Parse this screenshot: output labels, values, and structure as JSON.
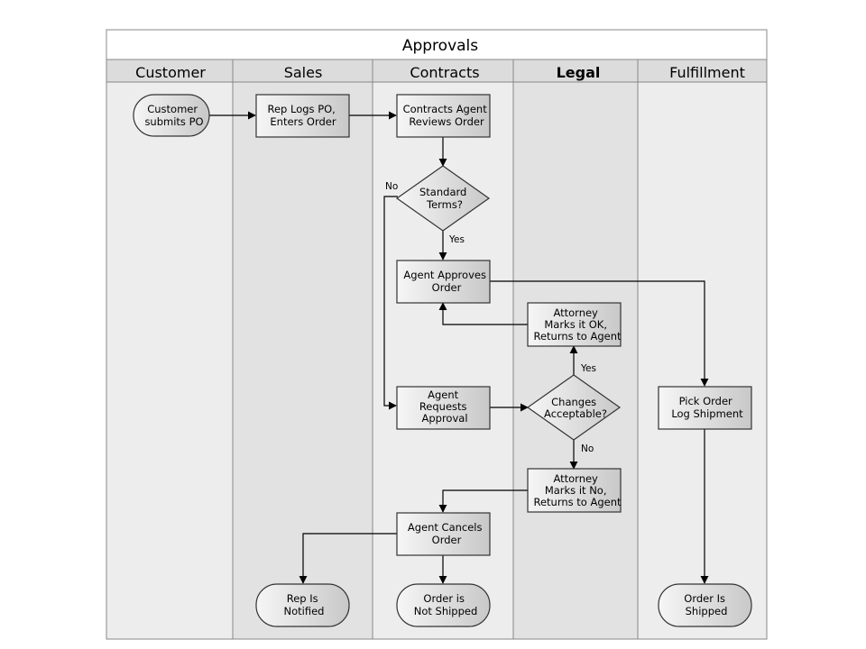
{
  "diagram": {
    "title": "Approvals",
    "lanes": [
      {
        "id": "customer",
        "label": "Customer",
        "bold": false
      },
      {
        "id": "sales",
        "label": "Sales",
        "bold": false
      },
      {
        "id": "contracts",
        "label": "Contracts",
        "bold": false
      },
      {
        "id": "legal",
        "label": "Legal",
        "bold": true
      },
      {
        "id": "fulfillment",
        "label": "Fulfillment",
        "bold": false
      }
    ],
    "nodes": [
      {
        "id": "n1",
        "shape": "terminal",
        "lines": [
          "Customer",
          "submits PO"
        ]
      },
      {
        "id": "n2",
        "shape": "process",
        "lines": [
          "Rep Logs PO,",
          "Enters Order"
        ]
      },
      {
        "id": "n3",
        "shape": "process",
        "lines": [
          "Contracts Agent",
          "Reviews Order"
        ]
      },
      {
        "id": "n4",
        "shape": "decision",
        "lines": [
          "Standard",
          "Terms?"
        ]
      },
      {
        "id": "n5",
        "shape": "process",
        "lines": [
          "Agent Approves",
          "Order"
        ]
      },
      {
        "id": "n6",
        "shape": "process",
        "lines": [
          "Attorney",
          "Marks it OK,",
          "Returns to Agent"
        ]
      },
      {
        "id": "n7",
        "shape": "process",
        "lines": [
          "Agent",
          "Requests",
          "Approval"
        ]
      },
      {
        "id": "n8",
        "shape": "decision",
        "lines": [
          "Changes",
          "Acceptable?"
        ]
      },
      {
        "id": "n9",
        "shape": "process",
        "lines": [
          "Pick Order",
          "Log Shipment"
        ]
      },
      {
        "id": "n10",
        "shape": "process",
        "lines": [
          "Attorney",
          "Marks it No,",
          "Returns to Agent"
        ]
      },
      {
        "id": "n11",
        "shape": "process",
        "lines": [
          "Agent Cancels",
          "Order"
        ]
      },
      {
        "id": "n12",
        "shape": "terminal",
        "lines": [
          "Rep Is",
          "Notified"
        ]
      },
      {
        "id": "n13",
        "shape": "terminal",
        "lines": [
          "Order is",
          "Not Shipped"
        ]
      },
      {
        "id": "n14",
        "shape": "terminal",
        "lines": [
          "Order Is",
          "Shipped"
        ]
      }
    ],
    "edges": [
      {
        "from": "n1",
        "to": "n2",
        "label": ""
      },
      {
        "from": "n2",
        "to": "n3",
        "label": ""
      },
      {
        "from": "n3",
        "to": "n4",
        "label": ""
      },
      {
        "from": "n4",
        "to": "n5",
        "label": "Yes"
      },
      {
        "from": "n4",
        "to": "n7",
        "label": "No"
      },
      {
        "from": "n5",
        "to": "n9",
        "label": ""
      },
      {
        "from": "n6",
        "to": "n5",
        "label": ""
      },
      {
        "from": "n7",
        "to": "n8",
        "label": ""
      },
      {
        "from": "n8",
        "to": "n6",
        "label": "Yes"
      },
      {
        "from": "n8",
        "to": "n10",
        "label": "No"
      },
      {
        "from": "n10",
        "to": "n11",
        "label": ""
      },
      {
        "from": "n11",
        "to": "n12",
        "label": ""
      },
      {
        "from": "n11",
        "to": "n13",
        "label": ""
      },
      {
        "from": "n9",
        "to": "n14",
        "label": ""
      }
    ]
  }
}
